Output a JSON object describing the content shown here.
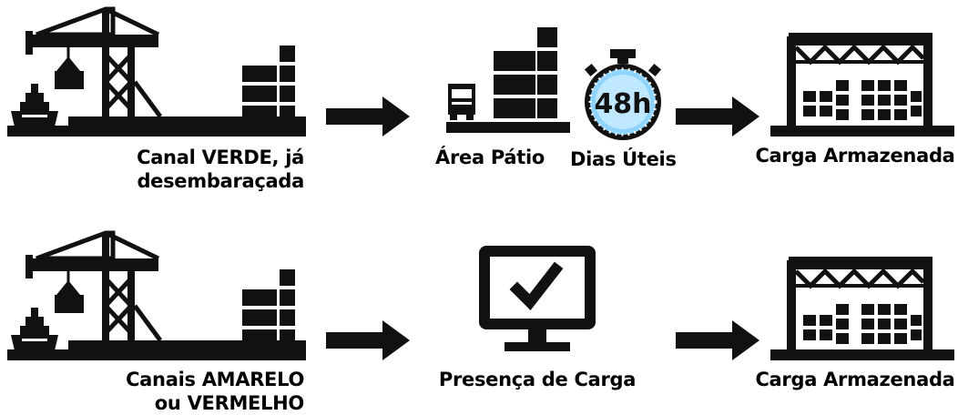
{
  "flows": [
    {
      "source_label": {
        "line1": "Canal VERDE, já",
        "line2": "desembaraçada"
      },
      "yard_label": "Área Pátio",
      "timer_text": "48h",
      "timer_label": "Dias Úteis",
      "destination_label": "Carga Armazenada"
    },
    {
      "source_label": {
        "line1_prefix": "Canais ",
        "line1_highlight": "AMARELO",
        "line2": "ou VERMELHO"
      },
      "presence_label": "Presença de Carga",
      "destination_label": "Carga Armazenada"
    }
  ],
  "icons": [
    "crane-port-icon",
    "ship-icon",
    "container-stack-icon",
    "arrow-right-icon",
    "truck-icon",
    "stopwatch-icon",
    "monitor-check-icon",
    "warehouse-icon"
  ],
  "colors": {
    "icon": "#111111",
    "background": "#ffffff",
    "stopwatch_face": "#8fd3ff"
  }
}
